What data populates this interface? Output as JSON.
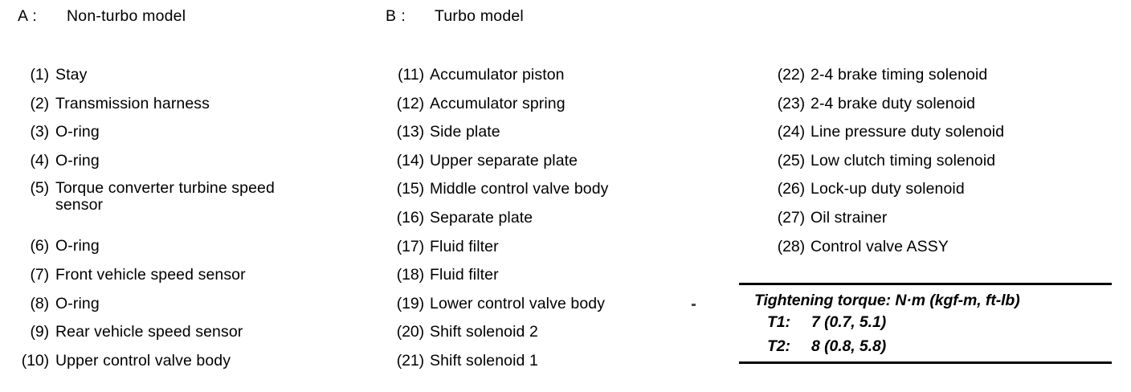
{
  "groups": [
    {
      "key": "A :",
      "title": "Non-turbo model"
    },
    {
      "key": "B :",
      "title": "Turbo model"
    }
  ],
  "column_a": {
    "items": [
      {
        "num": "(1)",
        "label": "Stay"
      },
      {
        "num": "(2)",
        "label": "Transmission harness"
      },
      {
        "num": "(3)",
        "label": "O-ring"
      },
      {
        "num": "(4)",
        "label": "O-ring"
      },
      {
        "num": "(5)",
        "label": "Torque converter turbine speed",
        "label2": "sensor"
      },
      {
        "num": "(6)",
        "label": "O-ring"
      },
      {
        "num": "(7)",
        "label": "Front vehicle speed sensor"
      },
      {
        "num": "(8)",
        "label": "O-ring"
      },
      {
        "num": "(9)",
        "label": "Rear vehicle speed sensor"
      },
      {
        "num": "(10)",
        "label": "Upper control valve body"
      }
    ]
  },
  "column_b": {
    "items": [
      {
        "num": "(11)",
        "label": "Accumulator piston"
      },
      {
        "num": "(12)",
        "label": "Accumulator spring"
      },
      {
        "num": "(13)",
        "label": "Side plate"
      },
      {
        "num": "(14)",
        "label": "Upper separate plate"
      },
      {
        "num": "(15)",
        "label": "Middle control valve body"
      },
      {
        "num": "(16)",
        "label": "Separate plate"
      },
      {
        "num": "(17)",
        "label": "Fluid filter"
      },
      {
        "num": "(18)",
        "label": "Fluid filter"
      },
      {
        "num": "(19)",
        "label": "Lower control valve body"
      },
      {
        "num": "(20)",
        "label": "Shift solenoid 2"
      },
      {
        "num": "(21)",
        "label": "Shift solenoid 1"
      }
    ]
  },
  "column_c": {
    "items": [
      {
        "num": "(22)",
        "label": "2-4 brake timing solenoid"
      },
      {
        "num": "(23)",
        "label": "2-4 brake duty solenoid"
      },
      {
        "num": "(24)",
        "label": "Line pressure duty solenoid"
      },
      {
        "num": "(25)",
        "label": "Low clutch timing solenoid"
      },
      {
        "num": "(26)",
        "label": "Lock-up duty solenoid"
      },
      {
        "num": "(27)",
        "label": "Oil strainer"
      },
      {
        "num": "(28)",
        "label": "Control valve ASSY"
      }
    ]
  },
  "torque": {
    "title": "Tightening torque: N·m (kgf-m, ft-lb)",
    "rows": [
      {
        "key": "T1:",
        "value": "7 (0.7, 5.1)"
      },
      {
        "key": "T2:",
        "value": "8 (0.8, 5.8)"
      }
    ]
  },
  "colors": {
    "ink": "#000000",
    "paper": "#ffffff"
  }
}
